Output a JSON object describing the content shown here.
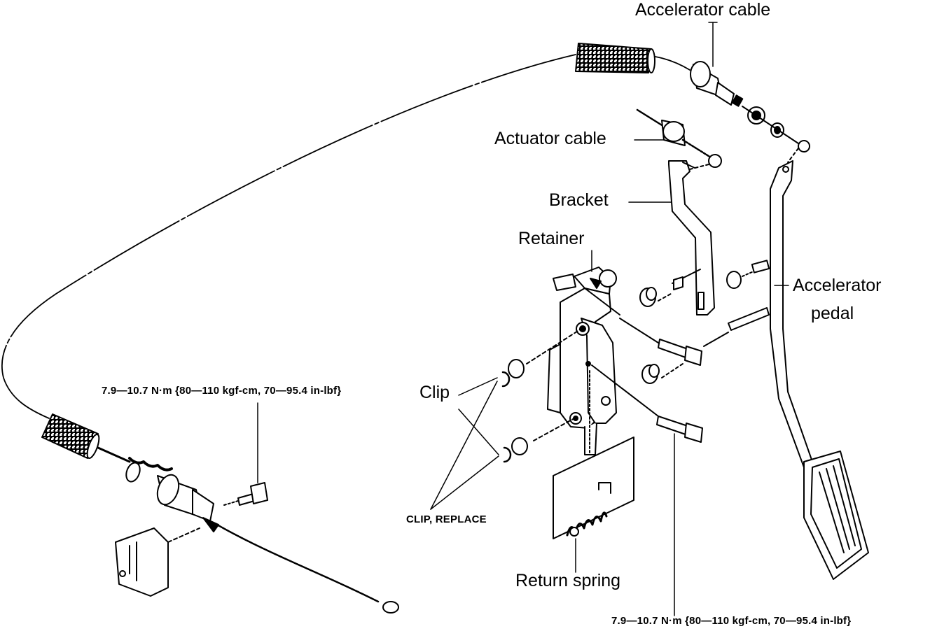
{
  "labels": {
    "accelerator_cable": "Accelerator cable",
    "actuator_cable": "Actuator cable",
    "bracket": "Bracket",
    "retainer": "Retainer",
    "accelerator_pedal_line1": "Accelerator",
    "accelerator_pedal_line2": "pedal",
    "clip": "Clip",
    "clip_replace": "CLIP, REPLACE",
    "return_spring": "Return spring",
    "torque_left": "7.9—10.7 N·m {80—110 kgf-cm, 70—95.4 in-lbf}",
    "torque_right": "7.9—10.7 N·m {80—110 kgf-cm, 70—95.4 in-lbf}"
  }
}
